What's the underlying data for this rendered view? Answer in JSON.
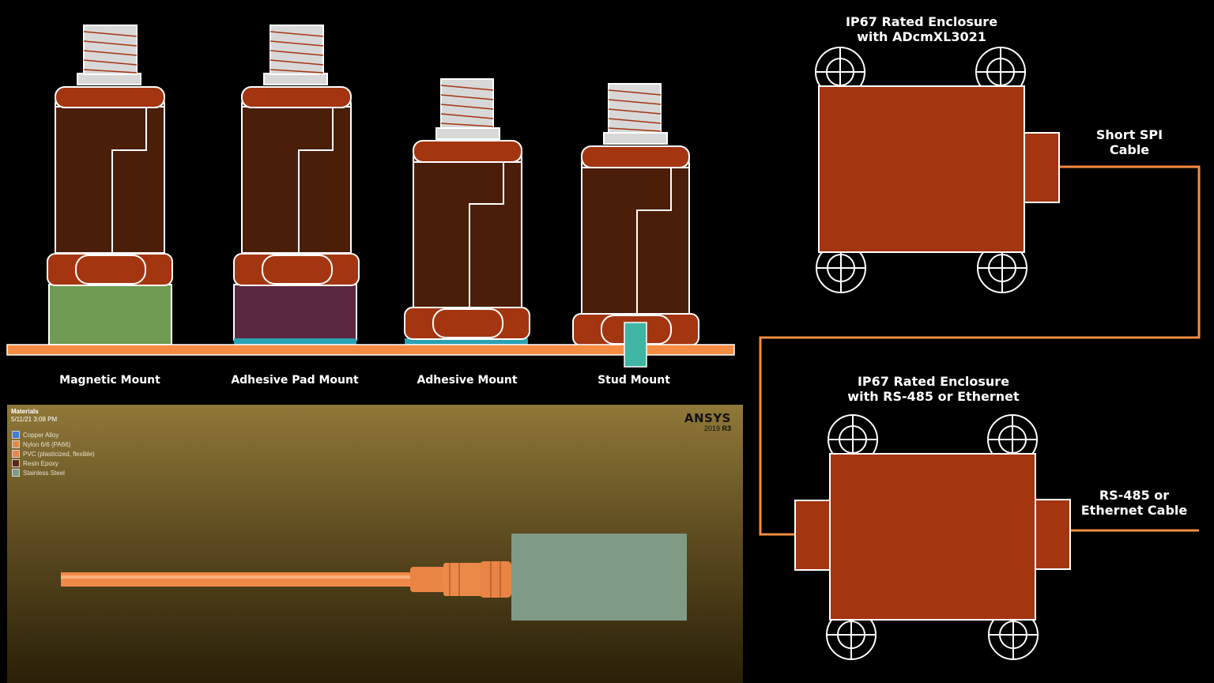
{
  "mounts": [
    {
      "label": "Magnetic Mount"
    },
    {
      "label": "Adhesive Pad Mount"
    },
    {
      "label": "Adhesive Mount"
    },
    {
      "label": "Stud Mount"
    }
  ],
  "enclosures": [
    {
      "title_line1": "IP67 Rated Enclosure",
      "title_line2": "with ADcmXL3021"
    },
    {
      "title_line1": "IP67 Rated Enclosure",
      "title_line2": "with RS-485 or Ethernet"
    }
  ],
  "cables": [
    {
      "line1": "Short SPI",
      "line2": "Cable"
    },
    {
      "line1": "RS-485 or",
      "line2": "Ethernet Cable"
    }
  ],
  "ansys": {
    "title": "Materials",
    "date": "5/11/21 3:08 PM",
    "legend": [
      {
        "label": "Copper Alloy",
        "color": "#3f7fd8"
      },
      {
        "label": "Nylon 6/6 (PA66)",
        "color": "#e08a4a"
      },
      {
        "label": "PVC (plasticized, flexible)",
        "color": "#e6874b"
      },
      {
        "label": "Resin Epoxy",
        "color": "#5a2a12"
      },
      {
        "label": "Stainless Steel",
        "color": "#7f9b86"
      }
    ],
    "brand": "ANSYS",
    "version_num": "2019",
    "version_rel": "R3"
  },
  "colors": {
    "rust": "#a33611",
    "body": "#4a1e09",
    "thread": "#d8d8d8",
    "orange_wire": "#f58c43",
    "magnet": "#6f9b52",
    "pad": "#5a2840",
    "teal": "#2aa2b3",
    "stud": "#3fb5a4"
  }
}
